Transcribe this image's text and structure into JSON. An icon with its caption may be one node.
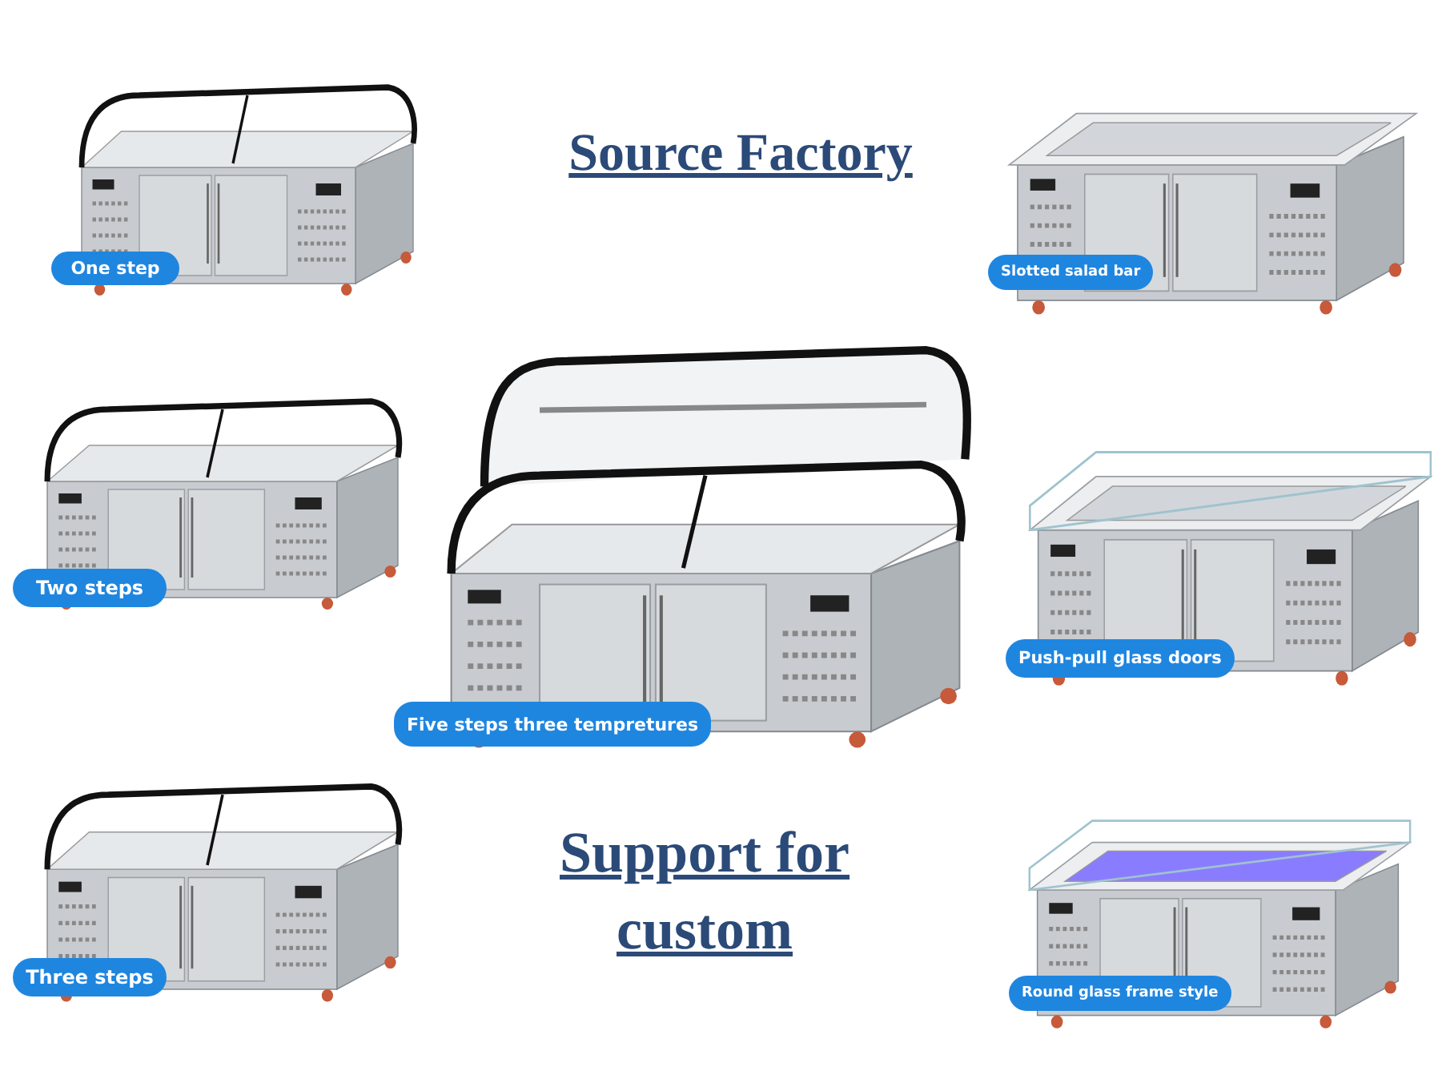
{
  "diagram": {
    "title": "Source Factory",
    "nodes": [
      {
        "text": [
          "One step"
        ]
      },
      {
        "text": [
          "Slotted salad bar"
        ]
      },
      {
        "text": [
          "Two steps"
        ]
      },
      {
        "text": [
          "Five steps three tempretures"
        ]
      },
      {
        "text": [
          "Push-pull glass doors"
        ]
      },
      {
        "text": [
          "Three steps"
        ]
      },
      {
        "text": [
          "Round glass frame style"
        ]
      }
    ],
    "edges": [],
    "labels": [
      "Support for custom"
    ]
  }
}
